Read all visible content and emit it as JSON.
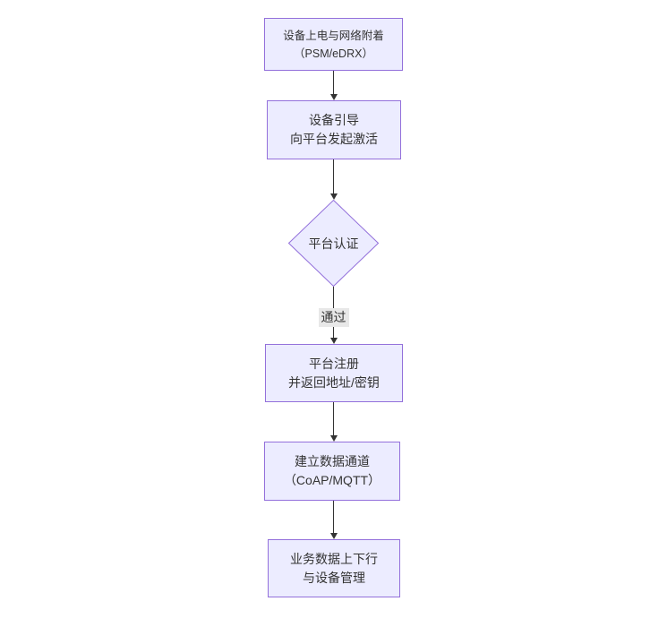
{
  "diagram": {
    "type": "flowchart",
    "direction": "top-down",
    "colors": {
      "node_fill": "#ECECFF",
      "node_border": "#9370DB",
      "edge_line": "#333333",
      "edge_label_bg": "#E8E8E8",
      "text": "#333333",
      "background": "#FFFFFF"
    },
    "nodes": [
      {
        "id": "power-on",
        "shape": "rect",
        "lines": [
          "设备上电与网络附着",
          "（PSM/eDRX）"
        ]
      },
      {
        "id": "bootstrap",
        "shape": "rect",
        "lines": [
          "设备引导",
          "向平台发起激活"
        ]
      },
      {
        "id": "auth",
        "shape": "diamond",
        "lines": [
          "平台认证"
        ]
      },
      {
        "id": "register",
        "shape": "rect",
        "lines": [
          "平台注册",
          "并返回地址/密钥"
        ]
      },
      {
        "id": "channel",
        "shape": "rect",
        "lines": [
          "建立数据通道",
          "（CoAP/MQTT）"
        ]
      },
      {
        "id": "business",
        "shape": "rect",
        "lines": [
          "业务数据上下行",
          "与设备管理"
        ]
      }
    ],
    "edges": [
      {
        "from": "power-on",
        "to": "bootstrap",
        "label": ""
      },
      {
        "from": "bootstrap",
        "to": "auth",
        "label": ""
      },
      {
        "from": "auth",
        "to": "register",
        "label": "通过"
      },
      {
        "from": "register",
        "to": "channel",
        "label": ""
      },
      {
        "from": "channel",
        "to": "business",
        "label": ""
      }
    ]
  }
}
